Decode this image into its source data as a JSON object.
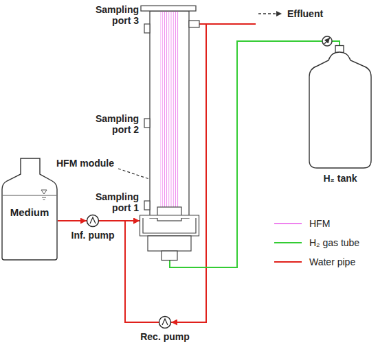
{
  "diagram": {
    "nodes": [
      {
        "text": [
          "Medium"
        ]
      },
      {
        "text": [
          "Inf. pump"
        ]
      },
      {
        "text": [
          "HFM module"
        ]
      },
      {
        "text": [
          "H₂ tank"
        ]
      },
      {
        "text": [
          "Rec. pump"
        ]
      }
    ],
    "edges": [
      {
        "from": 0,
        "to": 1,
        "arrow": "to"
      },
      {
        "from": 1,
        "to": 2,
        "arrow": "to"
      },
      {
        "from": 2,
        "to": 4,
        "arrow": "to"
      },
      {
        "from": 4,
        "to": 2,
        "arrow": "to"
      },
      {
        "from": 3,
        "to": 2,
        "arrow": "none"
      }
    ],
    "labels": [
      "Sampling port 3",
      "Sampling port 2",
      "Sampling port 1",
      "Effluent"
    ],
    "legend": [
      {
        "text": "HFM"
      },
      {
        "text": "H₂ gas tube"
      },
      {
        "text": "Water pipe"
      }
    ]
  }
}
